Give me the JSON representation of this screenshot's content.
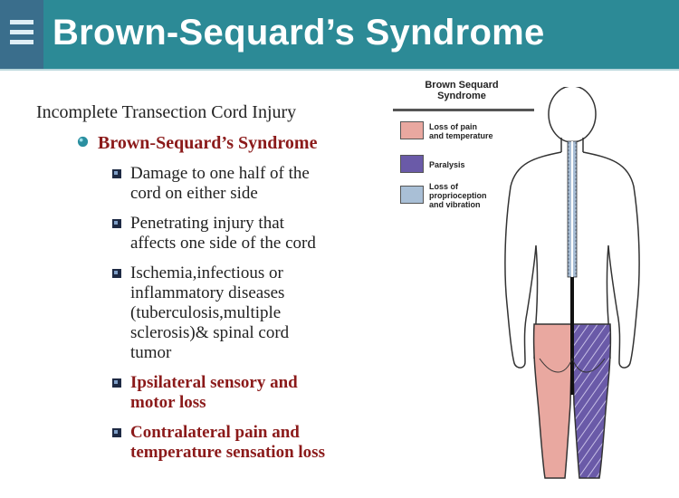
{
  "slide": {
    "title": "Brown-Sequard’s Syndrome",
    "heading": "Incomplete Transection Cord Injury",
    "subheading": "Brown-Sequard’s Syndrome",
    "bullets": [
      "Damage to one half of the\ncord on either side",
      "Penetrating injury that\naffects one side of the cord",
      "Ischemia,infectious or\ninflammatory diseases\n(tuberculosis,multiple\nsclerosis)& spinal cord\ntumor",
      "Ipsilateral sensory and\nmotor loss",
      "Contralateral pain and\ntemperature sensation loss"
    ]
  },
  "figure": {
    "title": "Brown Sequard\nSyndrome",
    "legend": [
      {
        "label": "Loss of pain\nand temperature",
        "color": "#e9a8a0"
      },
      {
        "label": "Paralysis",
        "color": "#6a5aa8"
      },
      {
        "label": "Loss of\nproprioception\nand vibration",
        "color": "#a9bfd6"
      }
    ]
  },
  "colors": {
    "header_bg": "#2c8a96",
    "accent_red": "#8b1a1a"
  }
}
